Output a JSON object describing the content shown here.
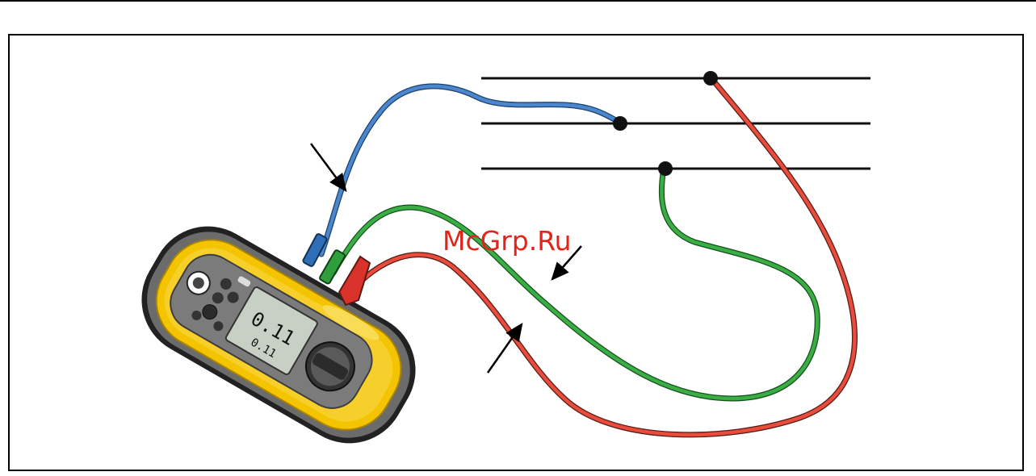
{
  "watermark": {
    "text": "McGrp.Ru",
    "color": "#e2231a"
  },
  "display": {
    "primary_reading": "0.11",
    "secondary_reading": "0.11"
  },
  "colors": {
    "blue_lead": "#4a87cc",
    "green_lead": "#3aae45",
    "red_lead": "#e84c3d",
    "meter_body": "#f5c400",
    "meter_grip": "#6b6b6b",
    "lcd": "#c8d0c6",
    "conductor": "#111111"
  },
  "icons": {
    "pointer_arrows": "arrow-icon",
    "rotary_switch": "rotary-dial-icon",
    "connection_points": "junction-dot-icon"
  }
}
